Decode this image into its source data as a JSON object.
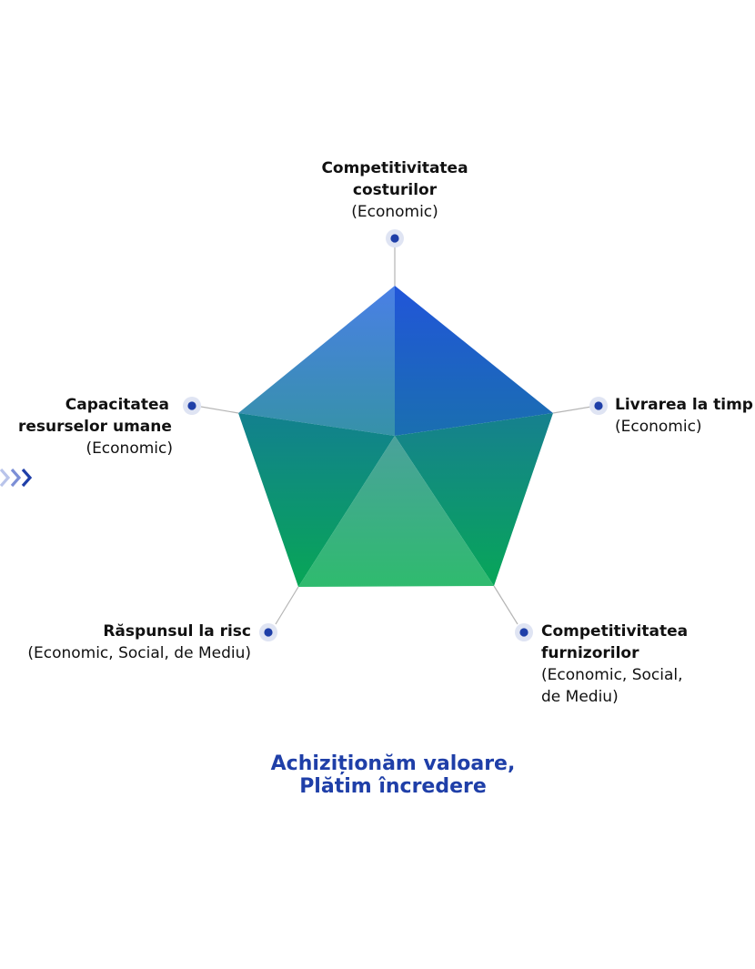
{
  "nodes": [
    {
      "id": "top",
      "title_lines": [
        "Competitivitatea",
        "costurilor"
      ],
      "sub_lines": [
        "(Economic)"
      ]
    },
    {
      "id": "right",
      "title_lines": [
        "Livrarea la timp"
      ],
      "sub_lines": [
        "(Economic)"
      ]
    },
    {
      "id": "bottom-right",
      "title_lines": [
        "Competitivitatea",
        "furnizorilor"
      ],
      "sub_lines": [
        "(Economic, Social,",
        "de Mediu)"
      ]
    },
    {
      "id": "bottom-left",
      "title_lines": [
        "Răspunsul la risc"
      ],
      "sub_lines": [
        "(Economic, Social, de Mediu)"
      ]
    },
    {
      "id": "left",
      "title_lines": [
        "Capacitatea",
        "resurselor umane"
      ],
      "sub_lines": [
        "(Economic)"
      ]
    }
  ],
  "tagline": {
    "line1": "Achiziționăm valoare,",
    "line2": "Plătim încredere"
  },
  "colors": {
    "accent_blue": "#1f3fa8",
    "node_dot": "#1f3fa8",
    "node_halo": "#dfe4f3",
    "connector": "#b5b5b5",
    "blue": "#2456d6",
    "teal": "#12838f",
    "green": "#16a35a"
  },
  "icons": {
    "chevrons": "triple-chevron-right-icon"
  }
}
